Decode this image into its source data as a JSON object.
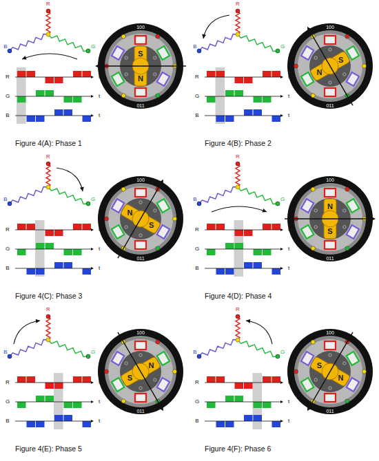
{
  "diagram": {
    "labels": [
      "R",
      "B",
      "G",
      "R",
      "t",
      "G",
      "t",
      "B",
      "t",
      "100",
      "011",
      "S",
      "N",
      "Figure 4(A): Phase 1",
      "R",
      "B",
      "G",
      "R",
      "t",
      "G",
      "t",
      "B",
      "t",
      "100",
      "011",
      "S",
      "N",
      "Figure 4(B): Phase 2",
      "R",
      "B",
      "G",
      "R",
      "t",
      "G",
      "t",
      "B",
      "t",
      "100",
      "011",
      "S",
      "N",
      "Figure 4(C): Phase 3",
      "R",
      "B",
      "G",
      "R",
      "t",
      "G",
      "t",
      "B",
      "t",
      "100",
      "011",
      "S",
      "N",
      "Figure 4(D): Phase 4",
      "R",
      "B",
      "G",
      "R",
      "t",
      "G",
      "t",
      "B",
      "t",
      "100",
      "011",
      "S",
      "N",
      "Figure 4(E): Phase 5",
      "R",
      "B",
      "G",
      "R",
      "t",
      "G",
      "t",
      "B",
      "t",
      "100",
      "011",
      "S",
      "N",
      "Figure 4(F): Phase 6"
    ]
  }
}
